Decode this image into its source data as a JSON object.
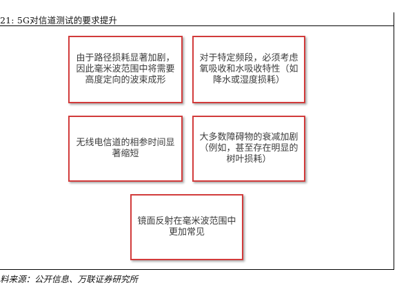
{
  "header": {
    "title": "21: 5G对信道测试的要求提升"
  },
  "cards": [
    {
      "text": "由于路径损耗显著加剧，因此毫米波范围中将需要高度定向的波束成形"
    },
    {
      "text": "对于特定频段，必须考虑氧吸收和水吸收特性（如降水或湿度损耗）"
    },
    {
      "text": "无线电信道的相参时间显著缩短"
    },
    {
      "text": "大多数障碍物的衰减加剧（例如，甚至存在明显的树叶损耗）"
    },
    {
      "text": "镜面反射在毫米波范围中更加常见"
    }
  ],
  "footer": {
    "source": "料来源：公开信息、万联证券研究所"
  },
  "colors": {
    "card_border": "#d23a3a",
    "rule_line": "#000000"
  }
}
